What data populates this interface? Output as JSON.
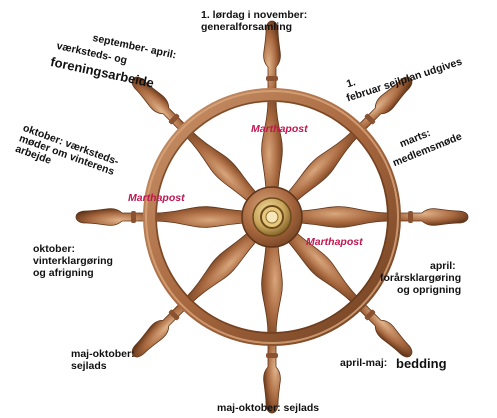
{
  "wheel": {
    "wood_light": "#c9936a",
    "wood_mid": "#a8683f",
    "wood_dark": "#6e3f20",
    "hub_metal": "#c8a45a",
    "post_color": "#c0174f"
  },
  "labels": {
    "top": "1. lørdag i november:\ngeneralforsamling",
    "upper_left_1": "september- april:",
    "upper_left_2": "værksteds- og",
    "upper_left_3": "foreningsarbeide",
    "upper_right_1": "1.",
    "upper_right_2": "februar sejlplan udgives",
    "right_upper_1": "marts:",
    "right_upper_2": "medlemsmøde",
    "left_upper": "oktober: værksteds-\nmøder om vinterens\narbejde",
    "left_middle": "oktober:\nvinterklargøring\nog afrigning",
    "right_middle_1": "april:",
    "right_middle_2": "forårsklargøring\nog oprigning",
    "lower_left": "maj-oktober:\nsejlads",
    "lower_right_1": "april-maj:",
    "lower_right_2": "bedding",
    "bottom": "maj-oktober: sejlads"
  },
  "posts": [
    "Marthapost",
    "Marthapost",
    "Marthapost"
  ]
}
